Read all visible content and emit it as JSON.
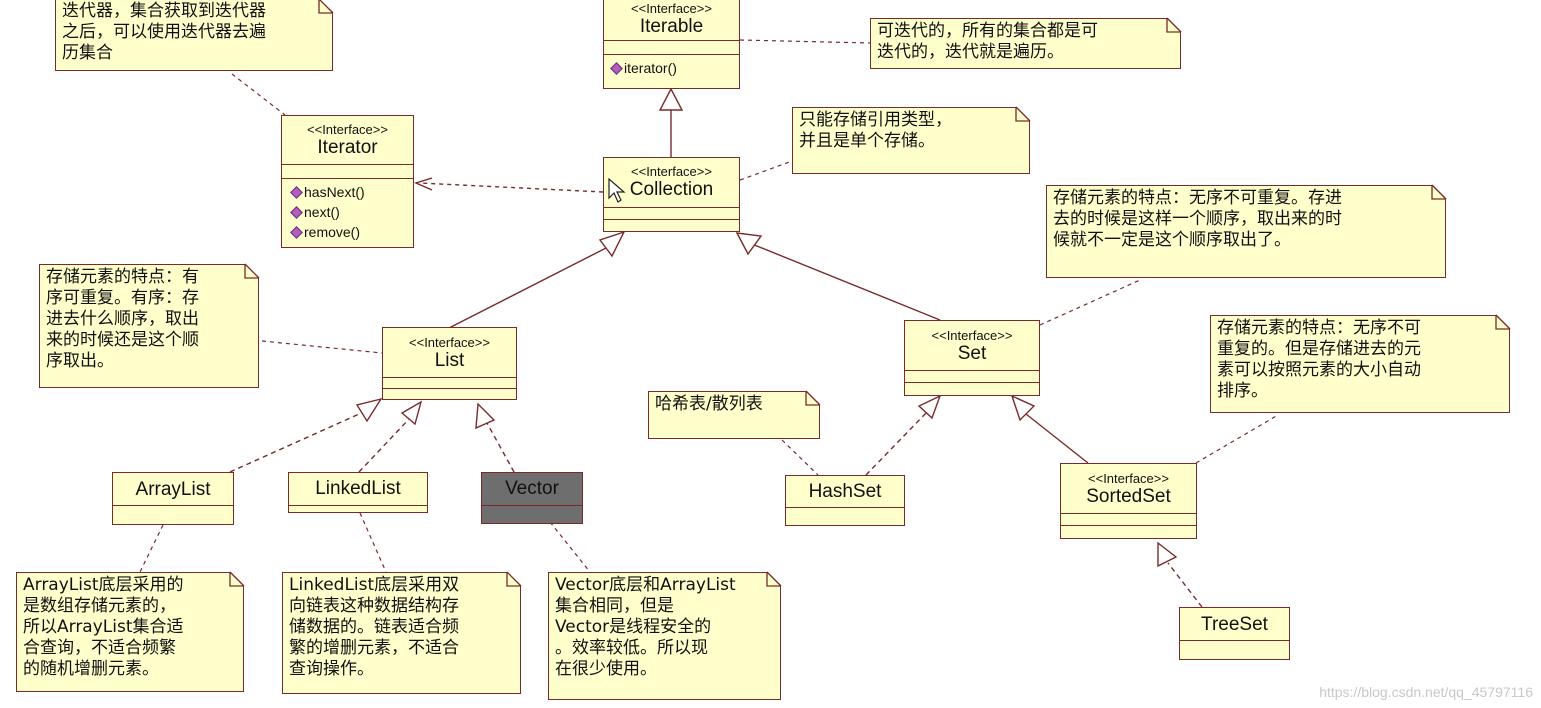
{
  "classes": {
    "iterable": {
      "stereotype": "<<Interface>>",
      "name": "Iterable",
      "ops": [
        "iterator()"
      ]
    },
    "iterator": {
      "stereotype": "<<Interface>>",
      "name": "Iterator",
      "ops": [
        "hasNext()",
        "next()",
        "remove()"
      ]
    },
    "collection": {
      "stereotype": "<<Interface>>",
      "name": "Collection"
    },
    "list": {
      "stereotype": "<<Interface>>",
      "name": "List"
    },
    "set": {
      "stereotype": "<<Interface>>",
      "name": "Set"
    },
    "sortedset": {
      "stereotype": "<<Interface>>",
      "name": "SortedSet"
    },
    "arraylist": {
      "name": "ArrayList"
    },
    "linkedlist": {
      "name": "LinkedList"
    },
    "vector": {
      "name": "Vector"
    },
    "hashset": {
      "name": "HashSet"
    },
    "treeset": {
      "name": "TreeSet"
    }
  },
  "notes": {
    "iterator_note": "迭代器，集合获取到迭代器\n之后，可以使用迭代器去遍\n历集合",
    "iterable_note": "可迭代的，所有的集合都是可\n迭代的，迭代就是遍历。",
    "collection_note": "只能存储引用类型，\n并且是单个存储。",
    "set_note": "存储元素的特点：无序不可重复。存进\n去的时候是这样一个顺序，取出来的时\n候就不一定是这个顺序取出了。",
    "list_note": "存储元素的特点：有\n序可重复。有序：存\n进去什么顺序，取出\n来的时候还是这个顺\n序取出。",
    "sortedset_note": "存储元素的特点：无序不可\n重复的。但是存储进去的元\n素可以按照元素的大小自动\n排序。",
    "hashset_note": "哈希表/散列表",
    "arraylist_note": "ArrayList底层采用的\n是数组存储元素的，\n所以ArrayList集合适\n合查询，不适合频繁\n的随机增删元素。",
    "linkedlist_note": "LinkedList底层采用双\n向链表这种数据结构存\n储数据的。链表适合频\n繁的增删元素，不适合\n查询操作。",
    "vector_note": "Vector底层和ArrayList\n集合相同，但是\nVector是线程安全的\n。效率较低。所以现\n在很少使用。"
  },
  "watermark": "https://blog.csdn.net/qq_45797116",
  "colors": {
    "class_fill": "#ffffcc",
    "border": "#7a2a2a",
    "vector_fill": "#6e6e6e",
    "op_icon": "#b05cc0"
  }
}
